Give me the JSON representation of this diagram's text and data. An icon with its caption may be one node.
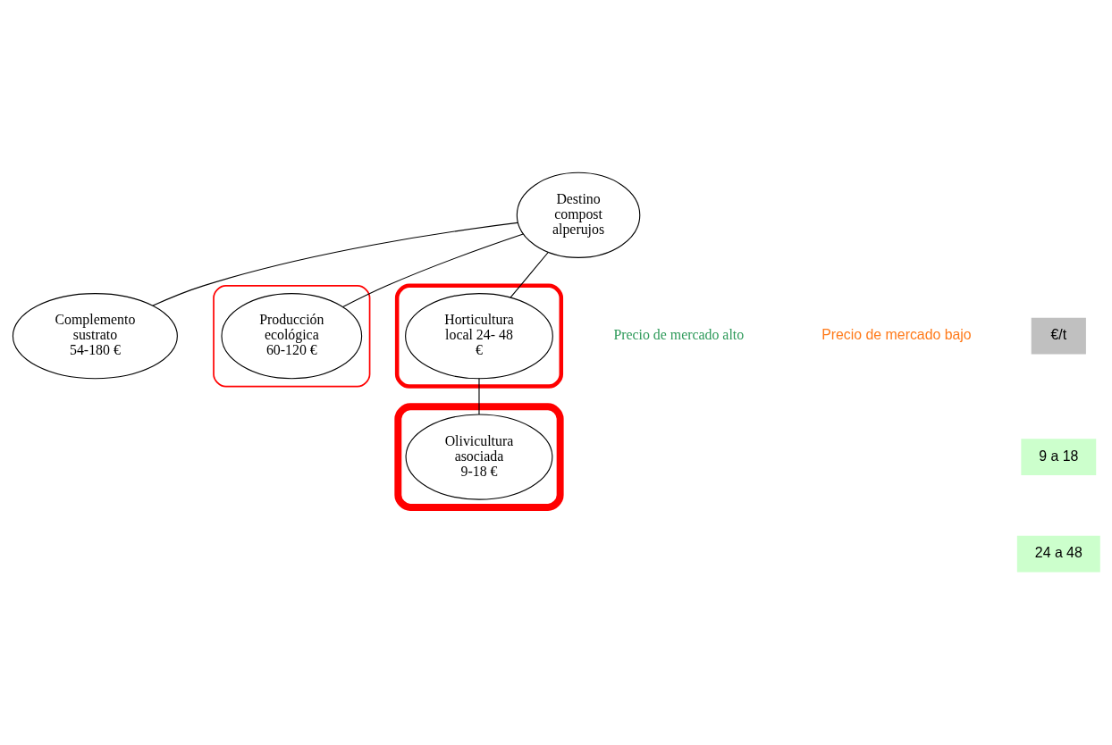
{
  "diagram": {
    "nodes": [
      {
        "text": [
          "Destino compost alperujos"
        ]
      },
      {
        "text": [
          "Complemento sustrato 54-180 €"
        ]
      },
      {
        "text": [],
        "shape": "ellipse"
      },
      {
        "text": [
          "Producción ecológica 60-120 €"
        ],
        "in": 2
      },
      {
        "text": [],
        "shape": "ellipse"
      },
      {
        "text": [
          "Horticultura local 24- 48 €"
        ],
        "in": 4
      },
      {
        "text": [],
        "shape": "ellipse"
      },
      {
        "text": [
          "Olivicultura asociada 9-18 €"
        ],
        "in": 6
      }
    ],
    "edges": [
      {
        "from": 0,
        "to": 3,
        "arrow": "none"
      },
      {
        "from": 0,
        "to": 1,
        "arrow": "none"
      },
      {
        "from": 0,
        "to": 5,
        "arrow": "none"
      },
      {
        "from": 5,
        "to": 7,
        "arrow": "none"
      }
    ],
    "labels": [
      "Precio de mercado alto",
      "Precio de mercado bajo",
      "€/t",
      "9 a 18",
      "24 a 48"
    ]
  }
}
